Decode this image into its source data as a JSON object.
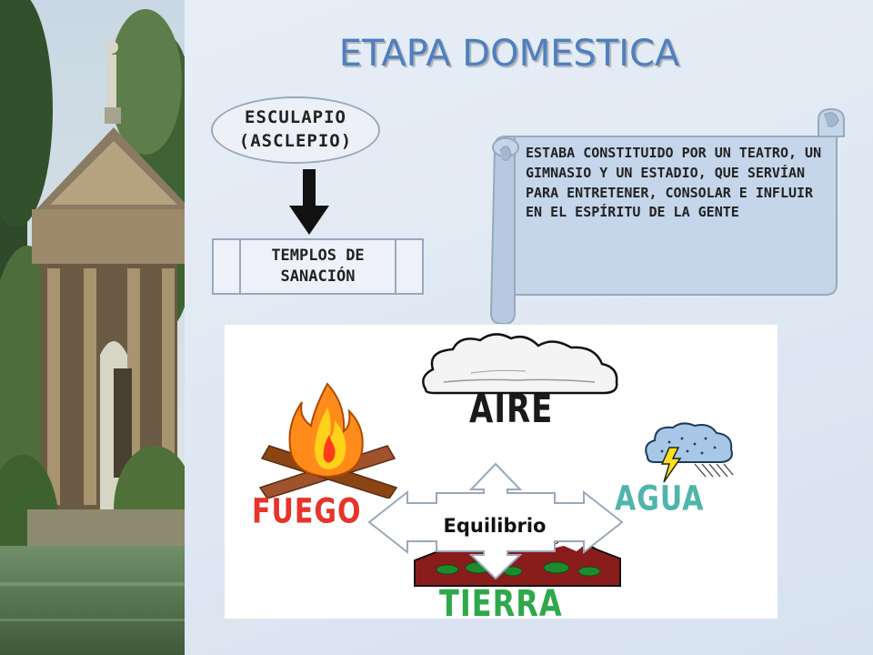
{
  "slide": {
    "title": "ETAPA DOMESTICA"
  },
  "diagram": {
    "ellipse_line1": "ESCULAPIO",
    "ellipse_line2": "(ASCLEPIO)",
    "process_line1": "TEMPLOS DE",
    "process_line2": "SANACIÓN",
    "scroll_text": "ESTABA CONSTITUIDO POR UN TEATRO, UN GIMNASIO Y UN ESTADIO, QUE SERVÍAN PARA ENTRETENER, CONSOLAR E INFLUIR EN EL ESPÍRITU DE LA GENTE"
  },
  "elements": {
    "aire": "AIRE",
    "fuego": "FUEGO",
    "agua": "AGUA",
    "tierra": "TIERRA",
    "center": "Equilibrio"
  },
  "colors": {
    "title": "#4f7fbf",
    "fuego": "#e8342a",
    "agua": "#4fb5aa",
    "tierra": "#2ea84a",
    "shape_fill": "#edf1f7",
    "shape_border": "#9aa8bb"
  }
}
